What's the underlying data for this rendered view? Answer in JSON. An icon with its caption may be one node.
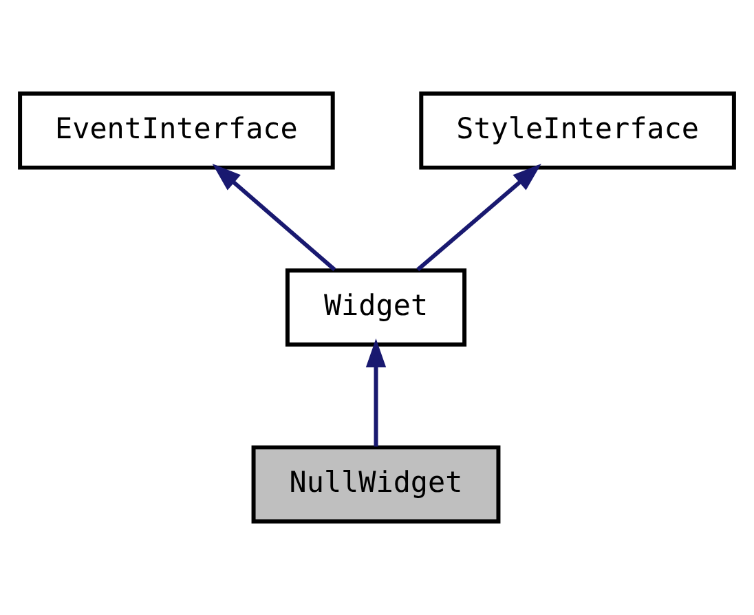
{
  "diagram": {
    "nodes": [
      {
        "text": [
          "EventInterface"
        ]
      },
      {
        "text": [
          "StyleInterface"
        ]
      },
      {
        "text": [
          "Widget"
        ]
      },
      {
        "text": [
          "NullWidget"
        ]
      }
    ],
    "edges": [
      {
        "from": 2,
        "to": 0,
        "arrow": "to"
      },
      {
        "from": 2,
        "to": 1,
        "arrow": "to"
      },
      {
        "from": 3,
        "to": 2,
        "arrow": "to"
      }
    ]
  }
}
